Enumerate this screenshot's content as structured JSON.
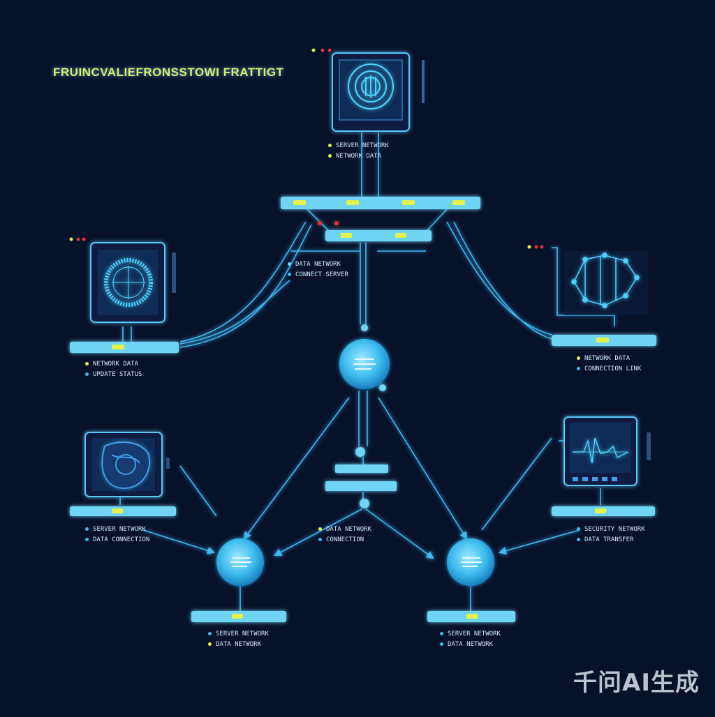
{
  "title": "FRUINCVALIEFRONSSTOWI FRATTIGT",
  "watermark": "千问AI生成",
  "colors": {
    "background": "#07112a",
    "line": "#3fb8f0",
    "panel": "#6fd4f5",
    "node": "#4cc6f2",
    "accent_yellow": "#e4f24a",
    "accent_red": "#e0313a"
  },
  "nodes": [
    {
      "id": "top-screen",
      "icon": "fingerprint-icon",
      "label_lines": [
        "SERVER NETWORK",
        "NETWORK DATA"
      ]
    },
    {
      "id": "left-screen",
      "icon": "circular-scan-icon",
      "label_lines": [
        "NETWORK DATA",
        "UPDATE STATUS"
      ]
    },
    {
      "id": "right-screen",
      "icon": "network-graph-icon",
      "label_lines": [
        "NETWORK DATA",
        "CONNECTION LINK"
      ]
    },
    {
      "id": "lower-left-screen",
      "icon": "globe-map-icon",
      "label_lines": [
        "SERVER NETWORK",
        "DATA CONNECTION"
      ]
    },
    {
      "id": "lower-right-screen",
      "icon": "waveform-chart-icon",
      "label_lines": [
        "SECURITY NETWORK",
        "DATA TRANSFER"
      ]
    },
    {
      "id": "center-node",
      "icon": "hub-icon",
      "label_lines": [
        "DATA NETWORK",
        "CONNECT SERVER"
      ]
    },
    {
      "id": "center-lower",
      "icon": "router-icon",
      "label_lines": [
        "DATA NETWORK",
        "CONNECTION"
      ]
    },
    {
      "id": "bottom-left-node",
      "icon": "hub-icon",
      "label_lines": [
        "SERVER NETWORK",
        "DATA NETWORK"
      ]
    },
    {
      "id": "bottom-right-node",
      "icon": "hub-icon",
      "label_lines": [
        "SERVER NETWORK",
        "DATA NETWORK"
      ]
    }
  ]
}
